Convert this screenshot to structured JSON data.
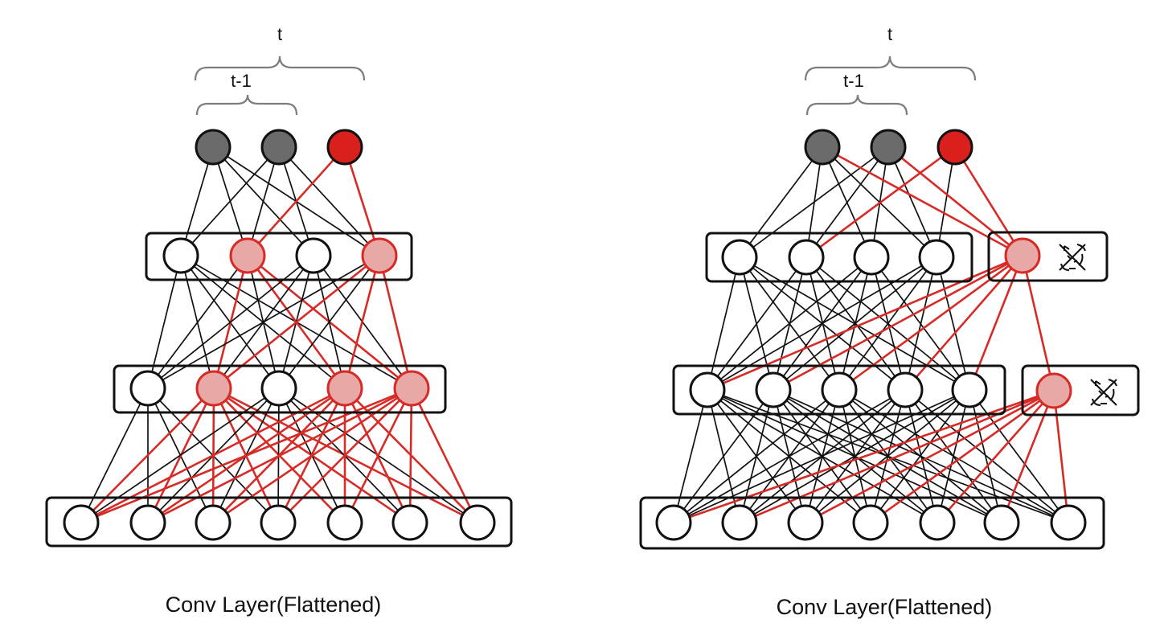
{
  "panels": [
    {
      "id": "left",
      "caption": "Conv Layer(Flattened)",
      "label_t": "t",
      "label_t1": "t-1",
      "outputs": [
        "past",
        "past",
        "current"
      ],
      "hidden1": [
        "normal",
        "highlight",
        "normal",
        "highlight"
      ],
      "hidden2": [
        "normal",
        "highlight",
        "normal",
        "highlight",
        "highlight"
      ],
      "input_count": 7,
      "added_units": []
    },
    {
      "id": "right",
      "caption": "Conv Layer(Flattened)",
      "label_t": "t",
      "label_t1": "t-1",
      "outputs": [
        "past",
        "past",
        "current"
      ],
      "hidden1": [
        "normal",
        "normal",
        "normal",
        "normal"
      ],
      "hidden2": [
        "normal",
        "normal",
        "normal",
        "normal",
        "normal"
      ],
      "input_count": 7,
      "added_units": [
        "hidden1",
        "hidden2"
      ]
    }
  ],
  "icons": {
    "frozen_unit": "crossed-arrows-icon"
  },
  "colors": {
    "past_output": "#6b6b6b",
    "current_output": "#d9201c",
    "highlight_fill": "#e8a8a6",
    "highlight_edge": "#d62b27",
    "normal_edge": "#111111"
  }
}
